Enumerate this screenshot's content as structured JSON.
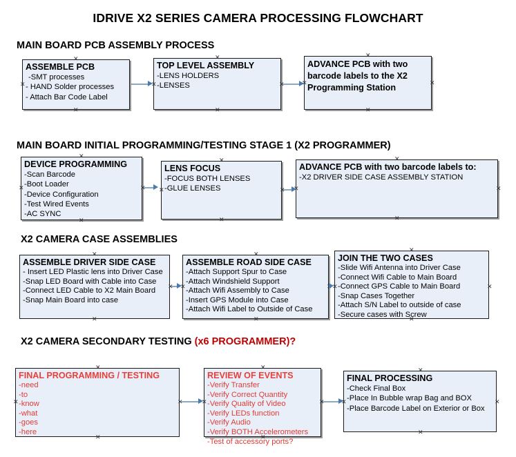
{
  "document": {
    "title": "IDRIVE X2  SERIES CAMERA PROCESSING FLOWCHART"
  },
  "sections": [
    {
      "id": "main-board-pcb-assembly",
      "heading": "MAIN BOARD PCB ASSEMBLY PROCESS",
      "heading_accent": "",
      "boxes": [
        {
          "id": "assemble-pcb",
          "title": "ASSEMBLE PCB",
          "lines": [
            "-SMT processes",
            "- HAND Solder processes",
            "- Attach Bar Code Label"
          ],
          "color": "black"
        },
        {
          "id": "top-level-assembly",
          "title": "TOP LEVEL ASSEMBLY",
          "lines": [
            "-LENS HOLDERS",
            "-LENSES"
          ],
          "color": "black"
        },
        {
          "id": "advance-pcb-to-x2-programming-station",
          "title": "ADVANCE PCB with two barcode labels to the  X2 Programming Station",
          "lines": [],
          "color": "black"
        }
      ]
    },
    {
      "id": "main-board-initial-programming",
      "heading": "MAIN BOARD INITIAL PROGRAMMING/TESTING STAGE 1 (X2 PROGRAMMER)",
      "heading_accent": "",
      "boxes": [
        {
          "id": "device-programming",
          "title": "DEVICE PROGRAMMING",
          "lines": [
            "-Scan Barcode",
            "-Boot Loader",
            "-Device Configuration",
            "-Test Wired Events",
            "-AC SYNC"
          ],
          "color": "black"
        },
        {
          "id": "lens-focus",
          "title": "LENS FOCUS",
          "lines": [
            "-FOCUS BOTH LENSES",
            "-GLUE LENSES"
          ],
          "color": "black"
        },
        {
          "id": "advance-pcb-to-driver-side-case-assembly",
          "title": "ADVANCE PCB with two barcode labels to:",
          "lines": [
            "-X2 DRIVER  SIDE  CASE  ASSEMBLY STATION"
          ],
          "color": "black"
        }
      ]
    },
    {
      "id": "x2-camera-case-assemblies",
      "heading": "X2 CAMERA CASE ASSEMBLIES",
      "heading_accent": "",
      "boxes": [
        {
          "id": "assemble-driver-side-case",
          "title": "ASSEMBLE DRIVER SIDE CASE",
          "lines": [
            "- Insert LED Plastic lens into Driver Case",
            "-Snap LED Board with Cable into Case",
            "-Connect LED Cable to X2 Main Board",
            "-Snap Main Board into case"
          ],
          "color": "black"
        },
        {
          "id": "assemble-road-side-case",
          "title": "ASSEMBLE ROAD SIDE CASE",
          "lines": [
            "-Attach Support Spur to Case",
            "-Attach Windshield Support",
            "-Attach Wifi Assembly to Case",
            "-Insert GPS Module into Case",
            "-Attach Wifi Label to Outside of Case"
          ],
          "color": "black"
        },
        {
          "id": "join-the-two-cases",
          "title": "JOIN THE TWO CASES",
          "lines": [
            "-Slide Wifi Antenna into Driver Case",
            "-Connect Wifi Cable to Main Board",
            "-Connect GPS Cable to Main Board",
            "-Snap Cases Together",
            "-Attach S/N Label to outside of case",
            "-Secure cases with Screw"
          ],
          "color": "black"
        }
      ]
    },
    {
      "id": "x2-camera-secondary-testing",
      "heading": "X2 CAMERA SECONDARY TESTING ",
      "heading_accent": "(x6 PROGRAMMER)?",
      "boxes": [
        {
          "id": "final-programming-testing",
          "title": "FINAL PROGRAMMING / TESTING",
          "lines": [
            "-need",
            "-to",
            "-know",
            "-what",
            "-goes",
            "-here"
          ],
          "color": "red"
        },
        {
          "id": "review-of-events",
          "title": "REVIEW OF EVENTS",
          "lines": [
            "-Verify Transfer",
            "-Verify Correct Quantity",
            "-Verify Quality of Video",
            "-Verify LEDs function",
            "-Verify Audio",
            "-Verify BOTH Accelerometers"
          ],
          "overflow_line": "-Test of accessory ports?",
          "color": "red"
        },
        {
          "id": "final-processing",
          "title": "FINAL PROCESSING",
          "lines": [
            " -Check Final Box",
            "-Place In Bubble wrap Bag and BOX",
            "-Place Barcode Label on Exterior or Box"
          ],
          "color": "black"
        }
      ]
    }
  ],
  "connectors": [
    {
      "id": "conn-assemble-pcb-to-top-level-assembly",
      "from": "assemble-pcb",
      "to": "top-level-assembly"
    },
    {
      "id": "conn-top-level-assembly-to-advance-pcb",
      "from": "top-level-assembly",
      "to": "advance-pcb-to-x2-programming-station"
    },
    {
      "id": "conn-device-programming-to-lens-focus",
      "from": "device-programming",
      "to": "lens-focus"
    },
    {
      "id": "conn-lens-focus-to-advance-pcb",
      "from": "lens-focus",
      "to": "advance-pcb-to-driver-side-case-assembly"
    },
    {
      "id": "conn-driver-case-to-road-case",
      "from": "assemble-driver-side-case",
      "to": "assemble-road-side-case"
    },
    {
      "id": "conn-road-case-to-join-cases",
      "from": "assemble-road-side-case",
      "to": "join-the-two-cases"
    },
    {
      "id": "conn-final-programming-to-review-of-events",
      "from": "final-programming-testing",
      "to": "review-of-events"
    },
    {
      "id": "conn-review-of-events-to-final-processing",
      "from": "review-of-events",
      "to": "final-processing"
    }
  ],
  "theme": {
    "box_fill": "#e9eff8",
    "box_border": "#1b1b1b",
    "box_shadow": "#9b9b9b",
    "connector": "#8aa8c4",
    "connector_arrow": "#4a7bab",
    "accent_red": "#e03b36",
    "text": "#000000",
    "background": "#ffffff"
  }
}
